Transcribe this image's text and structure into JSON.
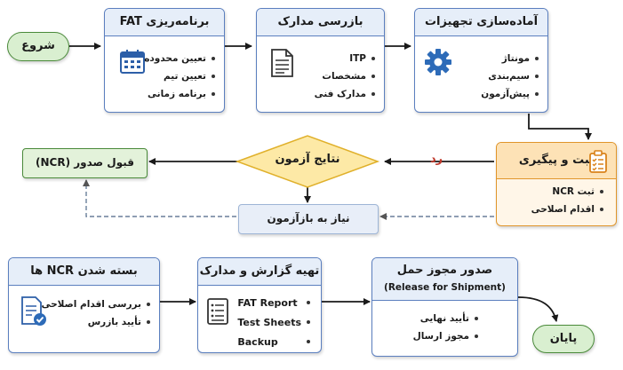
{
  "start": "شروع",
  "end": "پایان",
  "fat_planning": {
    "title": "برنامه‌ریزی FAT",
    "items": [
      "تعیین محدوده",
      "تعیین تیم",
      "برنامه زمانی"
    ],
    "icon": "calendar-icon"
  },
  "doc_review": {
    "title": "بازرسی مدارک",
    "items": [
      "ITP",
      "مشخصات",
      "مدارک فنی"
    ],
    "icon": "document-icon"
  },
  "equipment_prep": {
    "title": "آماده‌سازی تجهیزات",
    "items": [
      "مونتاژ",
      "سیم‌بندی",
      "پیش‌آزمون"
    ],
    "icon": "gear-icon"
  },
  "record_followup": {
    "title": "ثبت و پیگیری",
    "items": [
      "ثبت NCR",
      "اقدام اصلاحی"
    ],
    "icon": "clipboard-icon"
  },
  "test_results": "نتایج آزمون",
  "reject_label": "رد",
  "ncr_accept": "قبول صدور (NCR)",
  "retest": "نیاز به بازآزمون",
  "ncr_close": {
    "title": "بسته شدن NCR ها",
    "items": [
      "بررسی اقدام اصلاحی",
      "تأیید بازرس"
    ],
    "icon": "checked-document-icon"
  },
  "report_prep": {
    "title": "تهیه گزارش و مدارک",
    "items": [
      "FAT Report",
      "Test Sheets",
      "Backup"
    ],
    "icon": "list-document-icon"
  },
  "shipment_release": {
    "title": "صدور مجوز حمل",
    "subtitle": "(Release for Shipment)",
    "items": [
      "تأیید نهایی",
      "مجوز ارسال"
    ]
  },
  "colors": {
    "blue_border": "#5b7fbf",
    "orange_border": "#e0952a",
    "green_border": "#4a8a3a",
    "diamond_fill": "#fde9a6",
    "reject_red": "#c0392b"
  }
}
